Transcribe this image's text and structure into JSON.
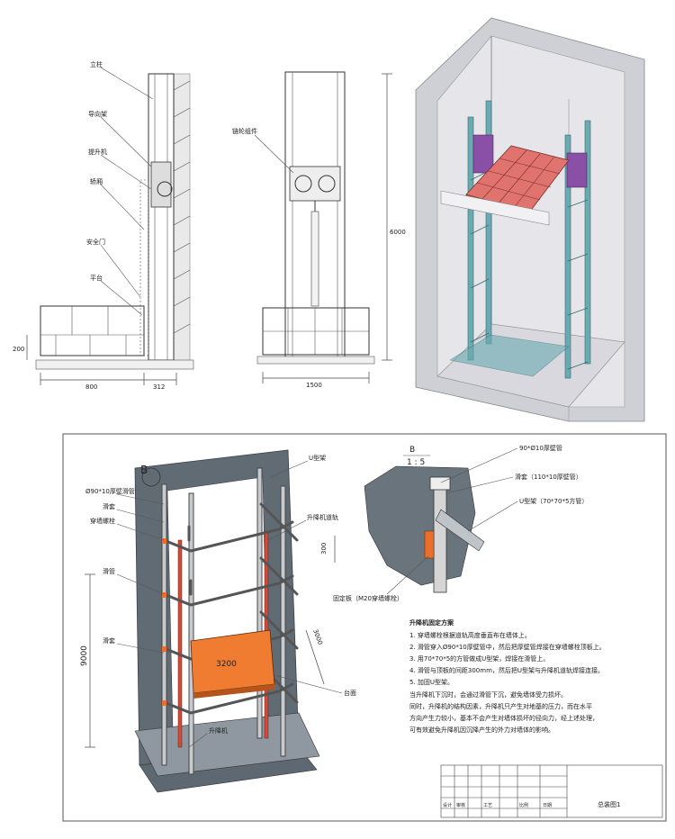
{
  "elevation_side": {
    "labels": [
      "立柱",
      "导向架",
      "提升机",
      "轿厢",
      "安全门",
      "平台"
    ],
    "dims": {
      "width": "800",
      "gap": "312",
      "height": "200"
    }
  },
  "elevation_front": {
    "label": "链轮组件",
    "dims": {
      "width": "1500",
      "height": "6000"
    }
  },
  "plan_section": {
    "top_labels": [
      "U型架",
      "Ø90*10厚壁滑管",
      "滑套",
      "穿墙螺栓",
      "升降机道轨"
    ],
    "left_labels": [
      "滑管",
      "滑套"
    ],
    "bottom_labels": [
      "升降机",
      "台面"
    ],
    "dims": {
      "height": "9000",
      "platform_width": "3200",
      "platform_depth": "3000"
    },
    "marker": "B"
  },
  "detail_b": {
    "title": "B",
    "scale": "1 : 5",
    "labels": [
      "90*Ø10厚壁管",
      "滑套（110*10厚壁管）",
      "U型架（70*70*5方管）",
      "固定板（M20穿墙螺栓）"
    ],
    "dim": "300"
  },
  "notes": {
    "title": "升降机固定方案",
    "items": [
      "1. 穿墙螺栓根据道轨高度垂直布在墙体上。",
      "2. 滑管穿入Ø90*10厚壁管中，然后把厚壁管焊接在穿墙螺栓顶板上。",
      "3. 用70*70*5的方管做成U型架，焊接在滑管上。",
      "4. 滑管与顶板的间距300mm，然后把U型架与升降机道轨焊接连接。",
      "5. 加固U型架。"
    ],
    "paragraph": [
      "当升降机下沉时，会通过滑管下沉，避免墙体受力损坏。",
      "同时，升降机的结构因素，升降机只产生对地基的压力，而在水平",
      "方向产生力较小，基本不会产生对墙体损坏的径向力，经上述处理，",
      "可有效避免升降机因沉降产生的外力对墙体的影响。"
    ]
  },
  "title_block": {
    "right": "总装图1",
    "cells": [
      "设计",
      "审核",
      "工艺",
      "比例",
      "日期"
    ]
  }
}
